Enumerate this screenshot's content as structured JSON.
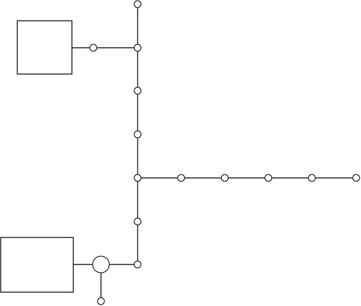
{
  "diagram": {
    "background": "#ffffff",
    "stroke": "#000000",
    "node_fill": "#ffffff",
    "boxes": [
      {
        "id": "top-box"
      },
      {
        "id": "bottom-box"
      }
    ],
    "junction_nodes": [
      {
        "id": "n-top"
      },
      {
        "id": "n-left-branch"
      },
      {
        "id": "n-branch-junction"
      },
      {
        "id": "n-trunk-1"
      },
      {
        "id": "n-trunk-2"
      },
      {
        "id": "n-main-junction"
      },
      {
        "id": "n-right-1"
      },
      {
        "id": "n-right-2"
      },
      {
        "id": "n-right-3"
      },
      {
        "id": "n-right-4"
      },
      {
        "id": "n-right-end"
      },
      {
        "id": "n-trunk-3"
      },
      {
        "id": "n-bottom-right"
      },
      {
        "id": "n-bottom-drop"
      }
    ],
    "large_node": {
      "id": "bottom-large-junction"
    }
  }
}
